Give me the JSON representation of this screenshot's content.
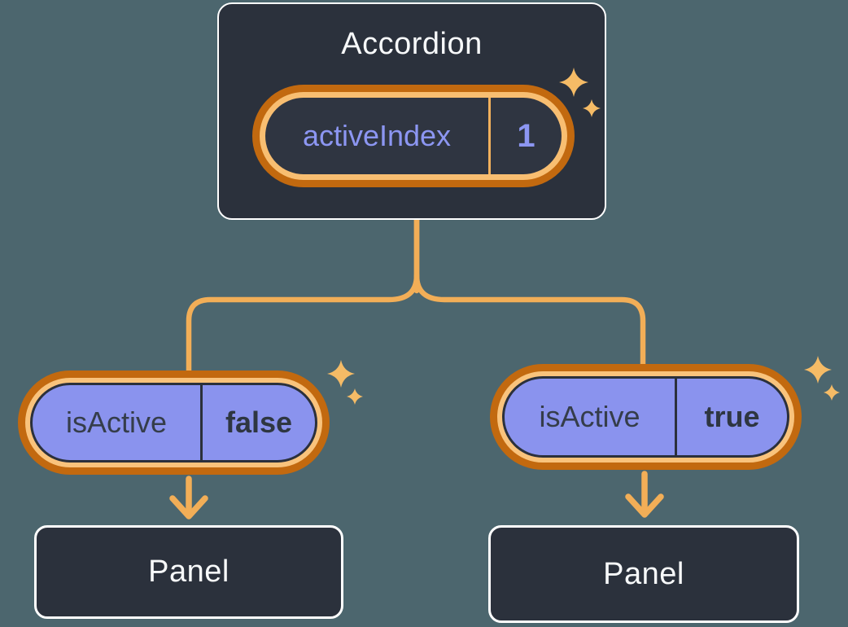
{
  "diagram": {
    "root": {
      "title": "Accordion",
      "state": {
        "name": "activeIndex",
        "value": "1"
      }
    },
    "children": [
      {
        "state": {
          "name": "isActive",
          "value": "false"
        },
        "panel": {
          "label": "Panel"
        }
      },
      {
        "state": {
          "name": "isActive",
          "value": "true"
        },
        "panel": {
          "label": "Panel"
        }
      }
    ]
  },
  "icons": {
    "sparkle": "four-point-star",
    "arrow": "arrow-down"
  },
  "palette": {
    "background": "#4C666E",
    "box_fill": "#2B313C",
    "box_border": "#FFFFFF",
    "pill_ring_outer": "#C2690F",
    "pill_ring_inner": "#F8BE71",
    "pill_dark_fill": "#2F3541",
    "pill_purple_fill": "#8A93EE",
    "pill_outline_dark": "#2B303B",
    "state_text_purple": "#8C96F2",
    "state_text_dark": "#353D4A",
    "connector_orange": "#F2AE57",
    "sparkle_orange": "#F5BB66",
    "title_text": "#F7F9FA"
  }
}
